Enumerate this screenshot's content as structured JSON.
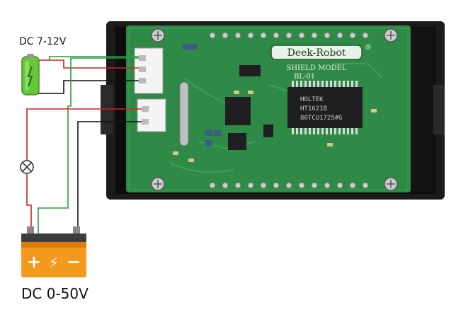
{
  "labels": {
    "supply": "DC 7-12V",
    "load_supply": "DC 0-50V"
  },
  "board": {
    "brand": "Deek-Robot",
    "registered_mark": "®",
    "model_line1": "SHIELD MODEL",
    "model_line2": "BL-01",
    "chip_line1": "HOLTEK",
    "chip_line2": "HT1621B",
    "chip_line3": "80TCU1725#G"
  },
  "battery_symbols": {
    "plus": "+",
    "minus": "−",
    "bolt": "⚡"
  },
  "colors": {
    "pcb": "#2f8a48",
    "enclosure": "#1b1b1b",
    "wire_red": "#d42020",
    "wire_green": "#22a040",
    "wire_black": "#111111",
    "battery_orange": "#f39a1c",
    "cell_green": "#67c53a"
  }
}
